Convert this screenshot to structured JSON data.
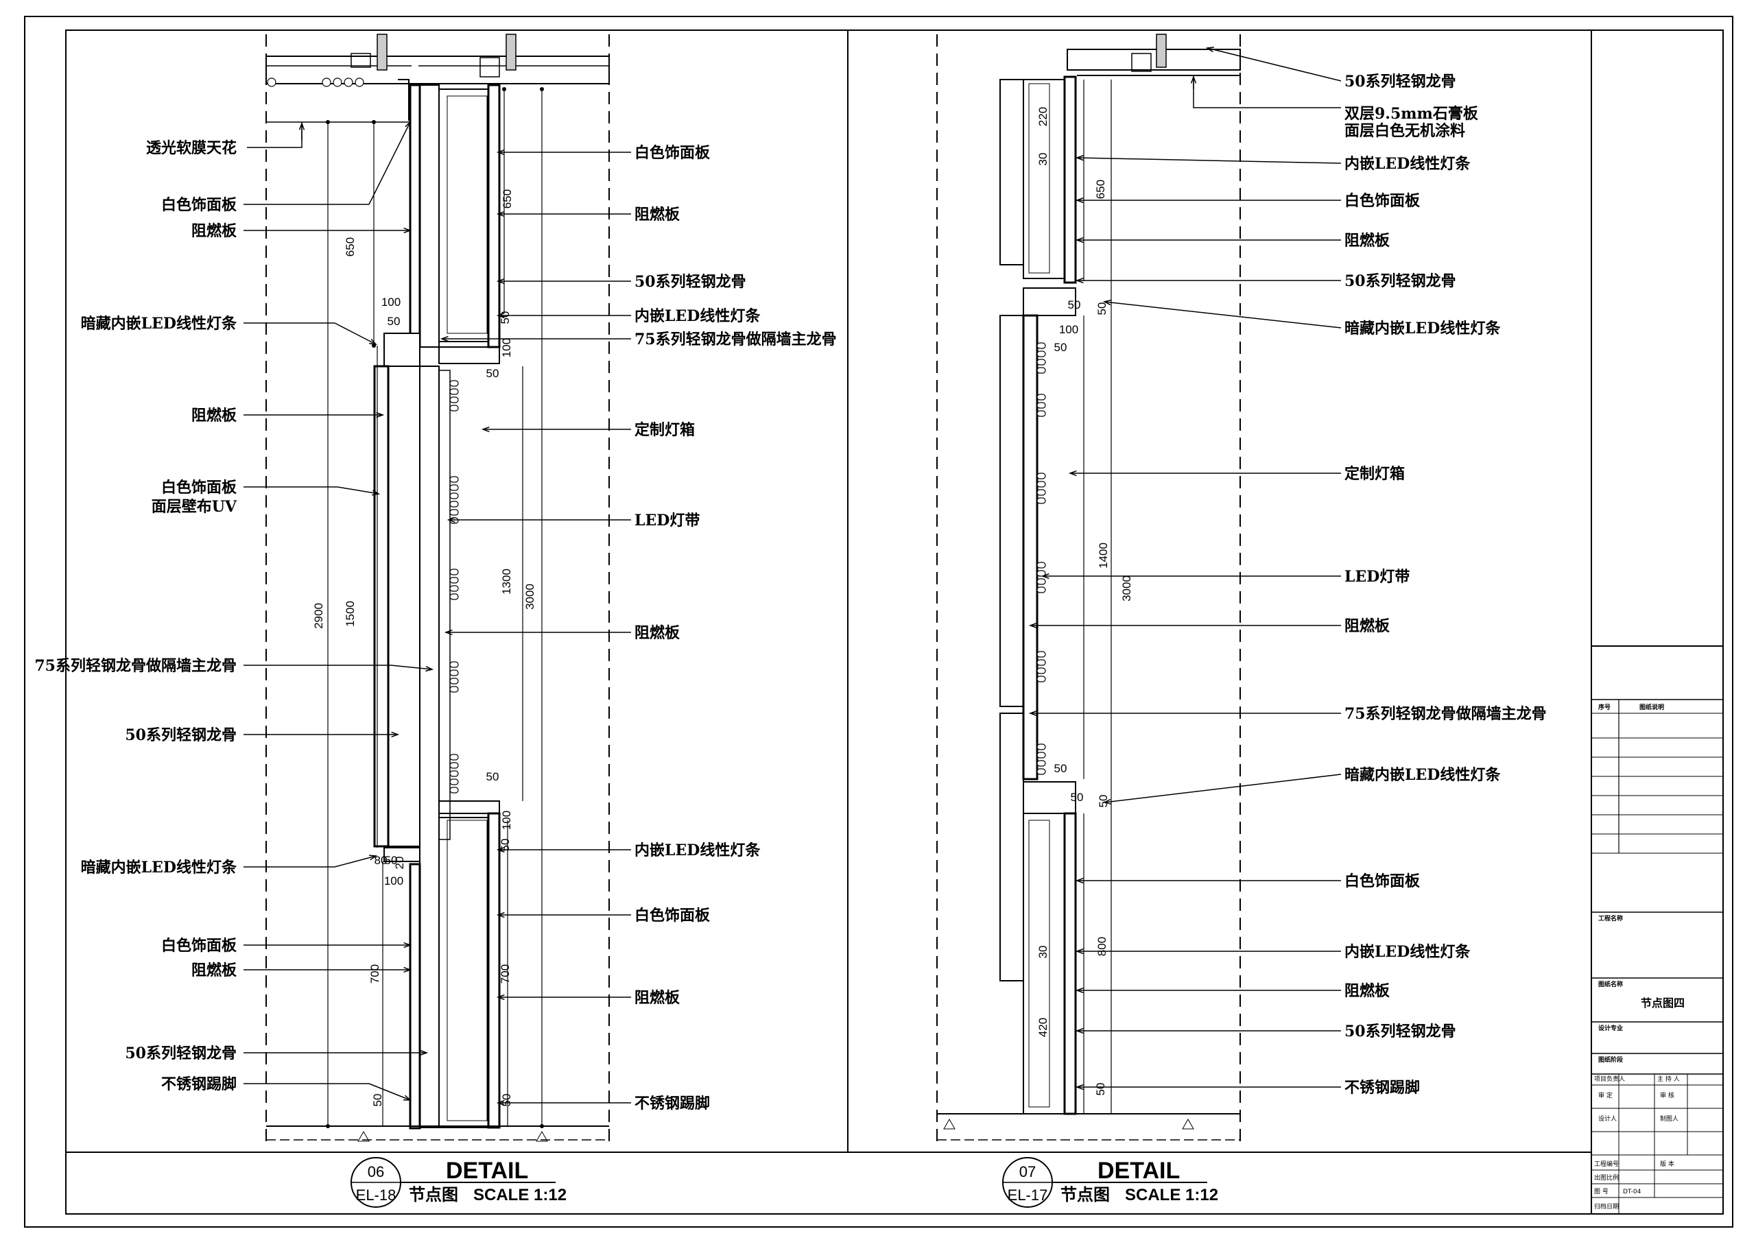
{
  "detail_06": {
    "labels_left": [
      "透光软膜天花",
      "白色饰面板",
      "阻燃板",
      "暗藏内嵌LED线性灯条",
      "阻燃板",
      "白色饰面板",
      "面层壁布UV",
      "75系列轻钢龙骨做隔墙主龙骨",
      "50系列轻钢龙骨",
      "暗藏内嵌LED线性灯条",
      "白色饰面板",
      "阻燃板",
      "50系列轻钢龙骨",
      "不锈钢踢脚"
    ],
    "labels_right": [
      "白色饰面板",
      "阻燃板",
      "50系列轻钢龙骨",
      "内嵌LED线性灯条",
      "75系列轻钢龙骨做隔墙主龙骨",
      "定制灯箱",
      "LED灯带",
      "阻燃板",
      "内嵌LED线性灯条",
      "白色饰面板",
      "阻燃板",
      "不锈钢踢脚"
    ],
    "dims": [
      "650",
      "650",
      "100",
      "50",
      "50",
      "100",
      "50",
      "2900",
      "1500",
      "1300",
      "3000",
      "50",
      "100",
      "50",
      "80",
      "50",
      "20",
      "100",
      "700",
      "700",
      "50",
      "50"
    ],
    "number": "06",
    "ref": "EL-18",
    "title": "DETAIL",
    "subtitle": "节点图",
    "scale": "SCALE 1:12"
  },
  "detail_07": {
    "labels_right": [
      "50系列轻钢龙骨",
      "双层9.5mm石膏板",
      "面层白色无机涂料",
      "内嵌LED线性灯条",
      "白色饰面板",
      "阻燃板",
      "50系列轻钢龙骨",
      "暗藏内嵌LED线性灯条",
      "定制灯箱",
      "LED灯带",
      "阻燃板",
      "75系列轻钢龙骨做隔墙主龙骨",
      "暗藏内嵌LED线性灯条",
      "白色饰面板",
      "内嵌LED线性灯条",
      "阻燃板",
      "50系列轻钢龙骨",
      "不锈钢踢脚"
    ],
    "dims": [
      "220",
      "30",
      "650",
      "50",
      "50",
      "100",
      "50",
      "1400",
      "3000",
      "50",
      "50",
      "50",
      "30",
      "800",
      "420",
      "50"
    ],
    "number": "07",
    "ref": "EL-17",
    "title": "DETAIL",
    "subtitle": "节点图",
    "scale": "SCALE 1:12"
  },
  "title_block": {
    "table_header_no": "序号",
    "table_header_desc": "图纸说明",
    "project_name": "工程名称",
    "drawing_name_label": "图纸名称",
    "drawing_name": "节点图四",
    "design_major": "设计专业",
    "drawing_stage": "图纸阶段",
    "rows": [
      [
        "项目负责人",
        "",
        "主 持 人",
        ""
      ],
      [
        "审 定",
        "",
        "审 核",
        ""
      ],
      [
        "设计人",
        "",
        "制图人",
        ""
      ]
    ],
    "project_no": "工程编号",
    "version": "版 本",
    "scale_label": "出图比例",
    "sheet_no_label": "图 号",
    "sheet_no": "DT-04",
    "date_label": "归档日期"
  }
}
